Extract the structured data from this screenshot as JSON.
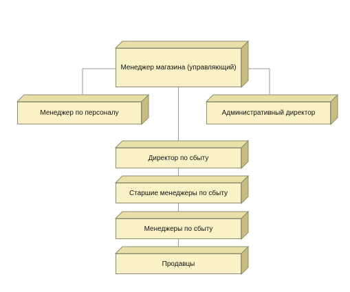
{
  "org_chart": {
    "nodes": {
      "store_manager": "Менеджер магазина (управляющий)",
      "hr_manager": "Менеджер по персоналу",
      "admin_director": "Административный директор",
      "sales_director": "Директор по сбыту",
      "senior_sales_managers": "Старшие менеджеры по сбыту",
      "sales_managers": "Менеджеры по сбыту",
      "sellers": "Продавцы"
    }
  },
  "colors": {
    "box_front": "#fbf1c7",
    "box_top": "#e9dfa8",
    "box_side": "#c7bd83",
    "box_border": "#8c8c70",
    "connector": "#9a9a9a"
  }
}
